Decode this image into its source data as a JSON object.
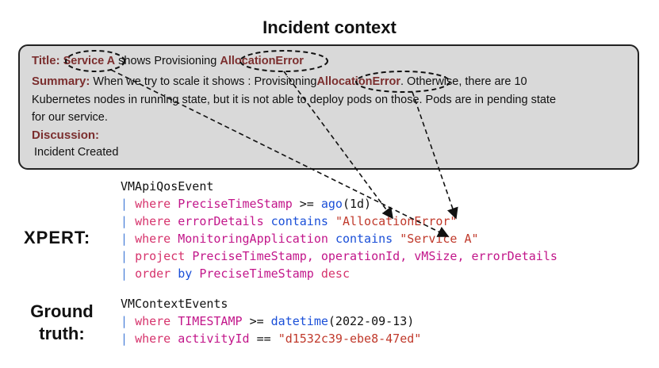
{
  "heading": "Incident context",
  "context": {
    "title_label": "Title:",
    "title_entity": "Service A",
    "title_mid": " shows Provisioning",
    "title_error": "AllocationError",
    "summary_label": "Summary:",
    "summary_pre": " When we try to scale it shows : Provisioning",
    "summary_error": "AllocationError",
    "summary_post": ". Otherwise, there are 10",
    "summary_line2": "Kubernetes nodes in running state, but it is not able to deploy pods on those. Pods are in pending state",
    "summary_line3": "for our service.",
    "discussion_label": "Discussion:",
    "discussion_text": "Incident Created"
  },
  "xpert": {
    "label": "XPERT:",
    "table": "VMApiQosEvent",
    "pipe": "|",
    "l1_kw": "where",
    "l1_col": "PreciseTimeStamp",
    "l1_op": ">=",
    "l1_fn": "ago",
    "l1_arg": "(1d)",
    "l2_kw": "where",
    "l2_col": "errorDetails",
    "l2_op": "contains",
    "l2_str": "\"AllocationError\"",
    "l3_kw": "where",
    "l3_col": "MonitoringApplication",
    "l3_op": "contains",
    "l3_str": "\"Service A\"",
    "l4_kw": "project",
    "l4_cols": "PreciseTimeStamp, operationId, vMSize, errorDetails",
    "l5_kw": "order",
    "l5_by": "by",
    "l5_col": "PreciseTimeStamp",
    "l5_dir": "desc"
  },
  "ground_truth": {
    "label_line1": "Ground",
    "label_line2": "truth:",
    "table": "VMContextEvents",
    "pipe": "|",
    "l1_kw": "where",
    "l1_col": "TIMESTAMP",
    "l1_op": ">=",
    "l1_fn": "datetime",
    "l1_arg": "(2022-09-13)",
    "l2_kw": "where",
    "l2_col": "activityId",
    "l2_op": "==",
    "l2_str": "\"d1532c39-ebe8-47ed\""
  },
  "colors": {
    "entity": "#7b2e2e",
    "pipe": "#4a7fd8",
    "keyword": "#d6336c",
    "function": "#1a4fd8",
    "string": "#c0392b",
    "column": "#c2168a",
    "box_fill": "#d9d9d9"
  }
}
